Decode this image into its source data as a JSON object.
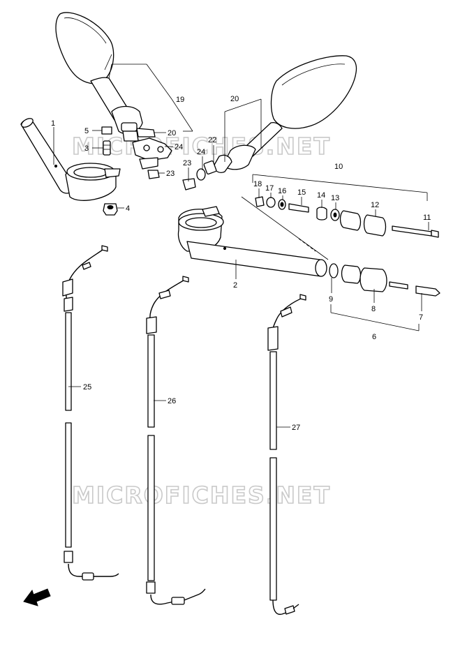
{
  "watermark": {
    "top": "MICROFICHES.NET",
    "bottom": "MICROFICHES.NET"
  },
  "fwd_label": "FWD",
  "colors": {
    "ink": "#000000",
    "paper": "#ffffff",
    "watermark": "#c9c9c9"
  },
  "callouts": [
    "1",
    "2",
    "3",
    "4",
    "5",
    "6",
    "7",
    "8",
    "9",
    "10",
    "11",
    "12",
    "13",
    "14",
    "15",
    "16",
    "17",
    "18",
    "19",
    "20",
    "20",
    "22",
    "23",
    "23",
    "24",
    "24",
    "25",
    "26",
    "27"
  ]
}
